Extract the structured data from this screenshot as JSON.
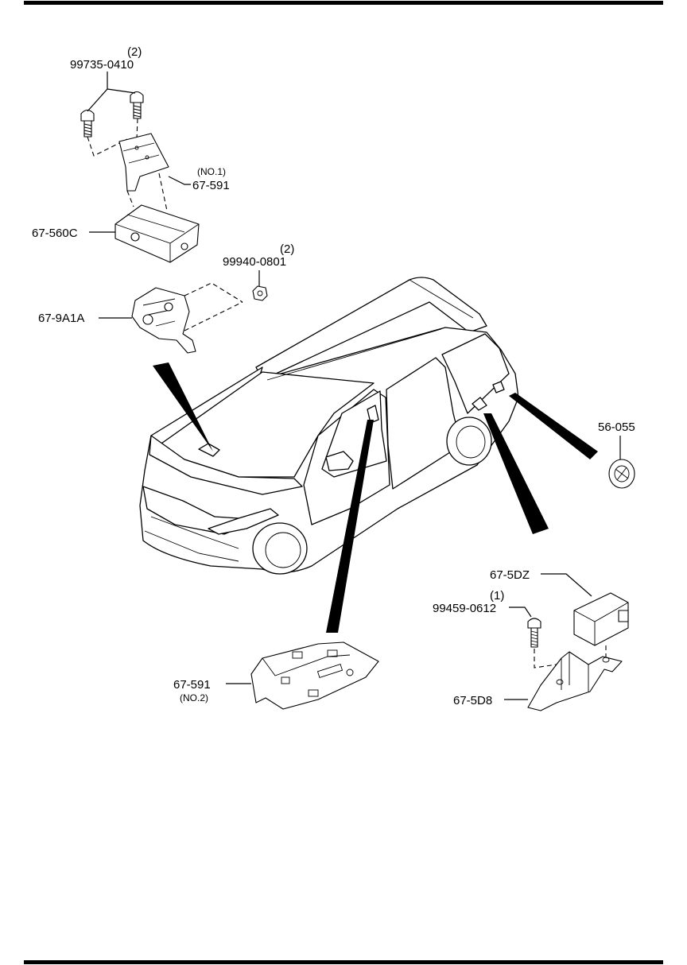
{
  "labels": {
    "bolt_top_qty": "(2)",
    "bolt_top_part": "99735-0410",
    "bracket_no1_note": "(NO.1)",
    "bracket_no1_part": "67-591",
    "unit_560c": "67-560C",
    "nut_qty": "(2)",
    "nut_part": "99940-0801",
    "sensor_9a1a": "67-9A1A",
    "grommet_part": "56-055",
    "module_5dz": "67-5DZ",
    "bolt_small_qty": "(1)",
    "bolt_small_part": "99459-0612",
    "bracket_5d8": "67-5D8",
    "bracket_no2_part": "67-591",
    "bracket_no2_note": "(NO.2)"
  }
}
